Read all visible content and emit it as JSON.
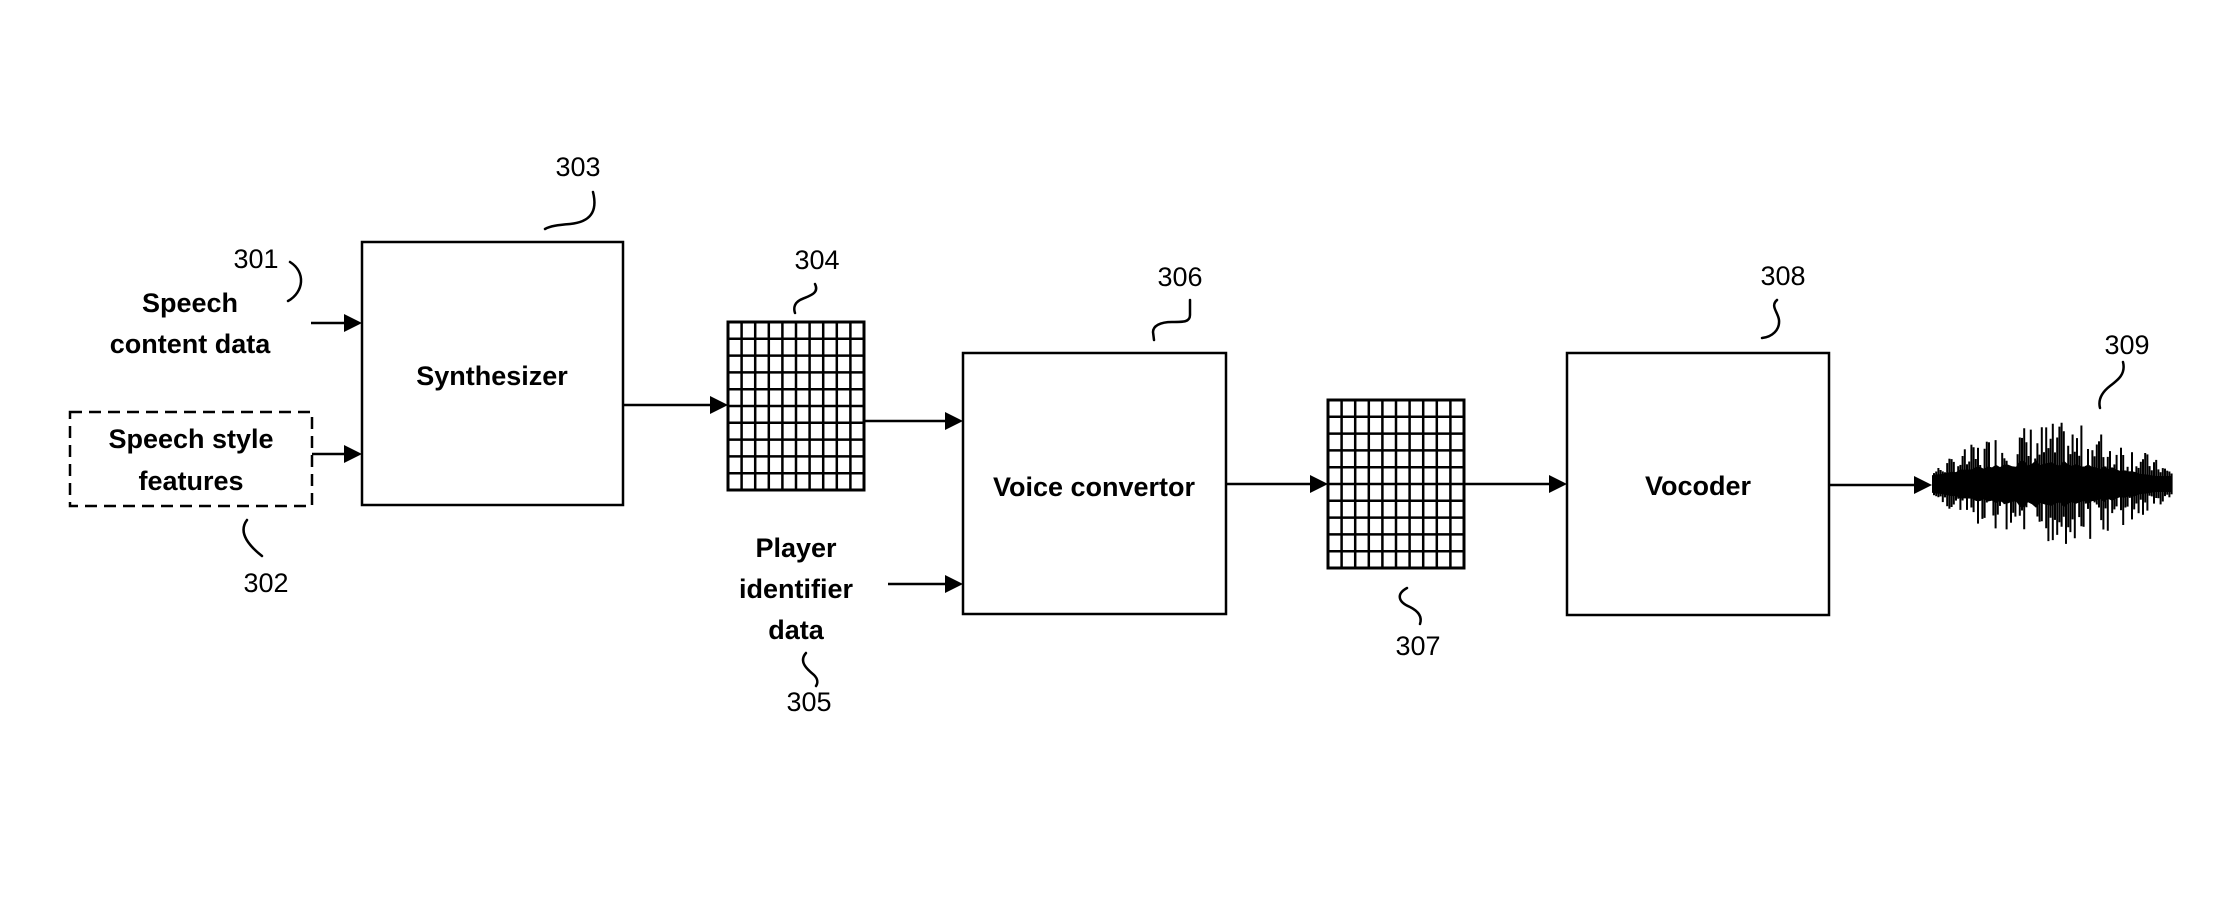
{
  "figure": {
    "inputs": {
      "speech_content": {
        "ref": "301",
        "lines": [
          "Speech",
          "content data"
        ],
        "icon": "arrow-right-icon"
      },
      "speech_style": {
        "ref": "302",
        "lines": [
          "Speech style",
          "features"
        ],
        "optional": true,
        "border": "dashed"
      },
      "player_identifier": {
        "ref": "305",
        "lines": [
          "Player",
          "identifier",
          "data"
        ],
        "icon": "arrow-right-icon"
      }
    },
    "blocks": {
      "synthesizer": {
        "ref": "303",
        "label": "Synthesizer"
      },
      "voice_convertor": {
        "ref": "306",
        "label": "Voice convertor"
      },
      "vocoder": {
        "ref": "308",
        "label": "Vocoder"
      }
    },
    "spectrograms": {
      "intermediate": {
        "ref": "304",
        "icon": "spectrogram-grid-icon",
        "columns": 10,
        "rows": 10
      },
      "converted": {
        "ref": "307",
        "icon": "spectrogram-grid-icon",
        "columns": 10,
        "rows": 10
      }
    },
    "output": {
      "ref": "309",
      "icon": "audio-waveform-icon"
    },
    "colors": {
      "stroke": "#000000",
      "background": "#ffffff"
    }
  }
}
